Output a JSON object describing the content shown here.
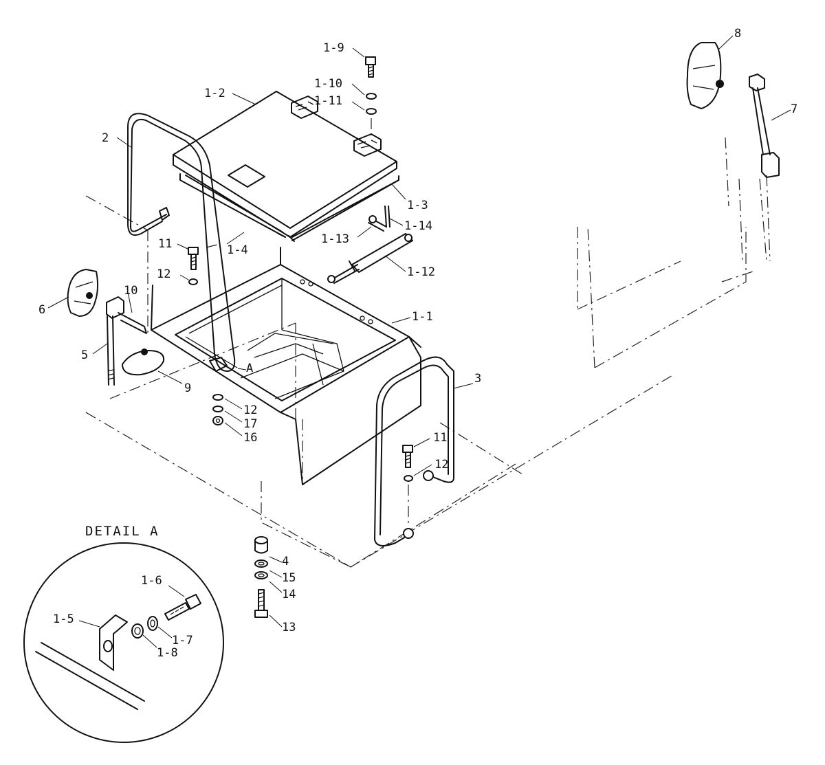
{
  "title": "",
  "detail_title": "DETAIL A",
  "section_marker": "A",
  "labels": {
    "p1_1": "1-1",
    "p1_2": "1-2",
    "p1_3": "1-3",
    "p1_4": "1-4",
    "p1_5": "1-5",
    "p1_6": "1-6",
    "p1_7": "1-7",
    "p1_8": "1-8",
    "p1_9": "1-9",
    "p1_10": "1-10",
    "p1_11": "1-11",
    "p1_12": "1-12",
    "p1_13": "1-13",
    "p1_14": "1-14",
    "p2": "2",
    "p3": "3",
    "p4": "4",
    "p5": "5",
    "p6": "6",
    "p7": "7",
    "p8": "8",
    "p9": "9",
    "p10": "10",
    "p11a": "11",
    "p11b": "11",
    "p12a": "12",
    "p12b": "12",
    "p12c": "12",
    "p13": "13",
    "p14": "14",
    "p15": "15",
    "p16": "16",
    "p17": "17"
  }
}
